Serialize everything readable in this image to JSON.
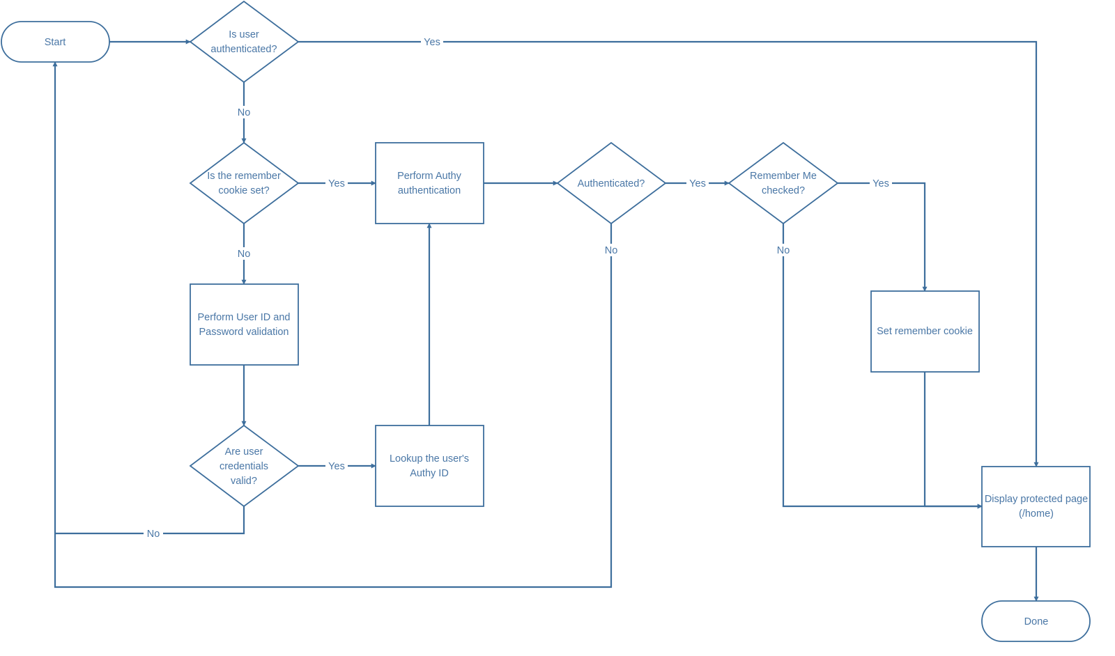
{
  "diagram": {
    "colors": {
      "stroke": "#3d6e9c",
      "text": "#4a77a6",
      "background": "#ffffff"
    },
    "nodes": {
      "start": {
        "lines": [
          "Start"
        ]
      },
      "is_authenticated": {
        "lines": [
          "Is user",
          "authenticated?"
        ]
      },
      "cookie_set": {
        "lines": [
          "Is the remember",
          "cookie set?"
        ]
      },
      "authy_auth": {
        "lines": [
          "Perform Authy",
          "authentication"
        ]
      },
      "authenticated": {
        "lines": [
          "Authenticated?"
        ]
      },
      "remember_me": {
        "lines": [
          "Remember Me",
          "checked?"
        ]
      },
      "password_validation": {
        "lines": [
          "Perform User ID and",
          "Password validation"
        ]
      },
      "set_cookie": {
        "lines": [
          "Set remember cookie"
        ]
      },
      "credentials_valid": {
        "lines": [
          "Are user",
          "credentials",
          "valid?"
        ]
      },
      "lookup_authy": {
        "lines": [
          "Lookup the user's",
          "Authy ID"
        ]
      },
      "display_page": {
        "lines": [
          "Display protected page",
          "(/home)"
        ]
      },
      "done": {
        "lines": [
          "Done"
        ]
      }
    },
    "edge_labels": {
      "auth_yes": "Yes",
      "auth_no": "No",
      "cookie_yes": "Yes",
      "cookie_no": "No",
      "authenticated_yes": "Yes",
      "authenticated_no": "No",
      "remember_yes": "Yes",
      "remember_no": "No",
      "creds_yes": "Yes",
      "creds_no": "No"
    }
  }
}
